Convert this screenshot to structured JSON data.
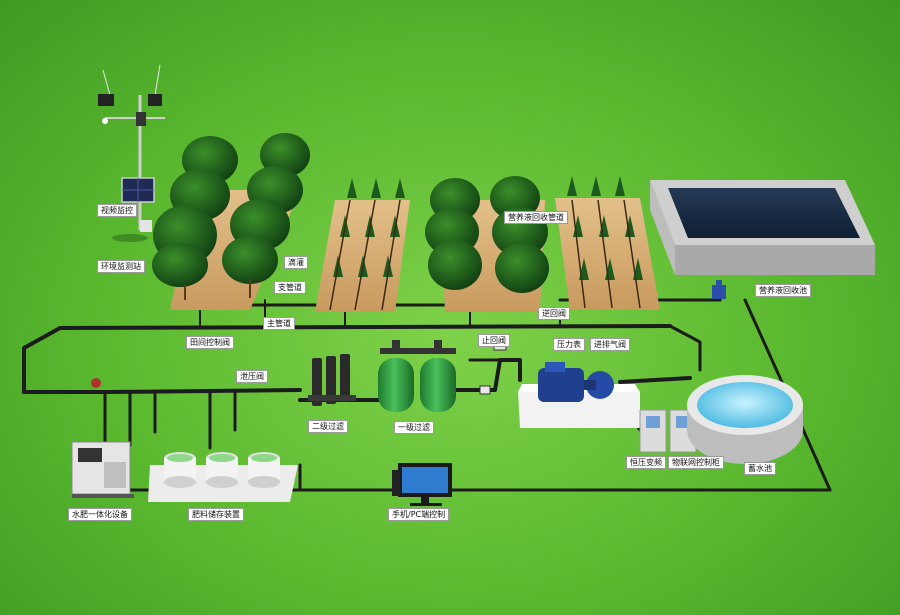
{
  "labels": {
    "camera_monitor": "视频监控",
    "env_station": "环境监测站",
    "dripper": "滴灌",
    "branch_pipe": "支管道",
    "main_pipe": "主管道",
    "field_valve": "田间控制阀",
    "nutrient_return_pipe": "营养液回收管道",
    "return_valve": "逆回阀",
    "check_valve": "止回阀",
    "pressure_gauge": "压力表",
    "air_valve": "进排气阀",
    "relief_valve": "泄压阀",
    "secondary_filter": "二级过滤",
    "primary_filter": "一级过滤",
    "vfd": "恒压变频",
    "iot_cabinet": "物联网控制柜",
    "reservoir": "蓄水池",
    "nutrient_pool": "营养液回收池",
    "fertigation_unit": "水肥一体化设备",
    "fertilizer_storage": "肥料储存装置",
    "remote_control": "手机/PC端控制"
  },
  "colors": {
    "background": "#5ab82f",
    "pipe": "#1e1e1e",
    "soil": "#d9b27a",
    "tree": "#1f6b1f",
    "tank_green": "#2e9d3e",
    "water": "#7fd6f0",
    "pump_blue": "#1f3f8f"
  }
}
